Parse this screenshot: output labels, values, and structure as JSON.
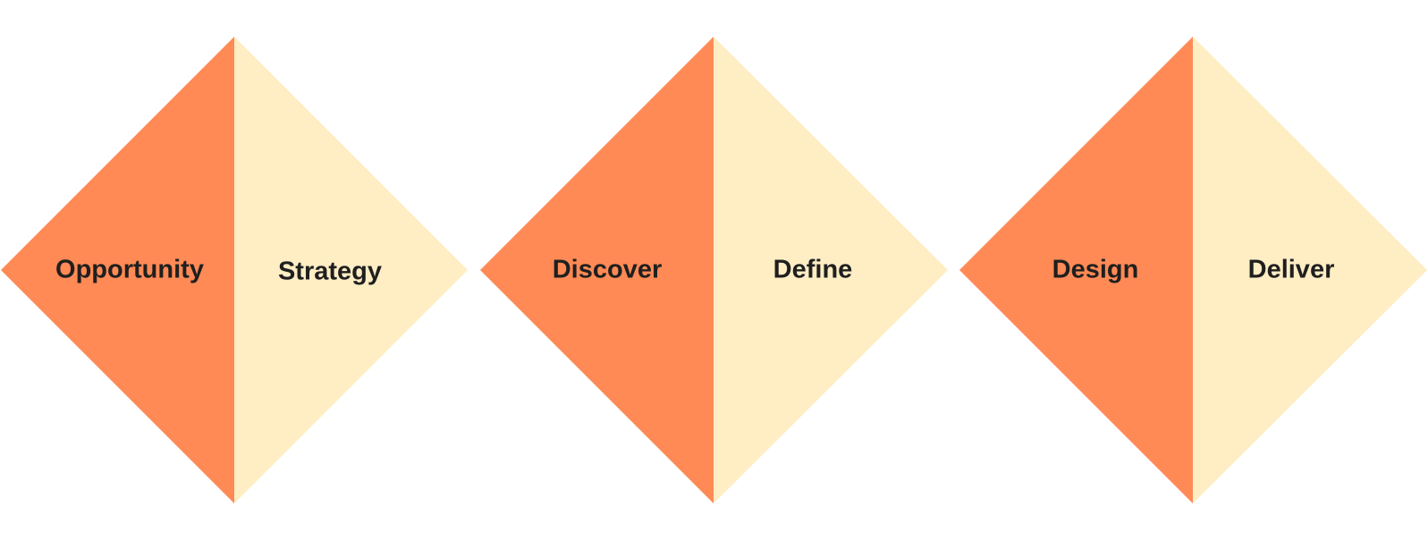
{
  "colors": {
    "left_half": "#FF8A55",
    "right_half": "#FFEDC4",
    "text": "#1f1f1f",
    "background": "#ffffff"
  },
  "diamonds": [
    {
      "left_label": "Opportunity",
      "right_label": "Strategy"
    },
    {
      "left_label": "Discover",
      "right_label": "Define"
    },
    {
      "left_label": "Design",
      "right_label": "Deliver"
    }
  ]
}
